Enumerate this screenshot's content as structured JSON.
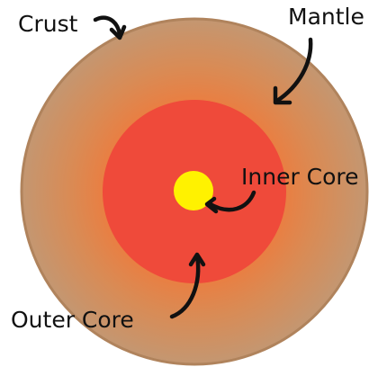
{
  "diagram": {
    "labels": {
      "crust": "Crust",
      "mantle": "Mantle",
      "inner_core": "Inner Core",
      "outer_core": "Outer Core"
    },
    "colors": {
      "crust_rim": "#b0835c",
      "mantle_outer": "#c39772",
      "mantle_inner": "#ef7a3b",
      "outer_core": "#ef4a3a",
      "inner_core": "#fff200",
      "text": "#111111"
    }
  }
}
